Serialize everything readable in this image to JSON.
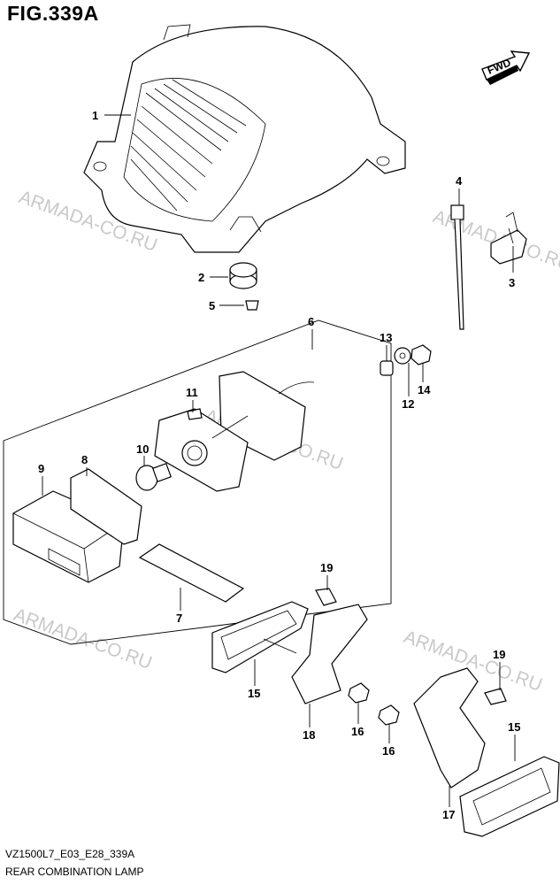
{
  "figure": {
    "title": "FIG.339A"
  },
  "direction": {
    "label": "FWD"
  },
  "watermarks": [
    "ARMADA-CO.RU",
    "ARMADA-CO.RU",
    "ARMADA-CO.RU",
    "ARMADA-CO.RU",
    "ARMADA-CO.RU"
  ],
  "callouts": [
    "1",
    "2",
    "3",
    "4",
    "5",
    "6",
    "7",
    "8",
    "9",
    "10",
    "11",
    "12",
    "13",
    "14",
    "15",
    "15",
    "16",
    "16",
    "17",
    "18",
    "19",
    "19"
  ],
  "footer": {
    "code": "VZ1500L7_E03_E28_339A",
    "name": "REAR COMBINATION LAMP"
  }
}
